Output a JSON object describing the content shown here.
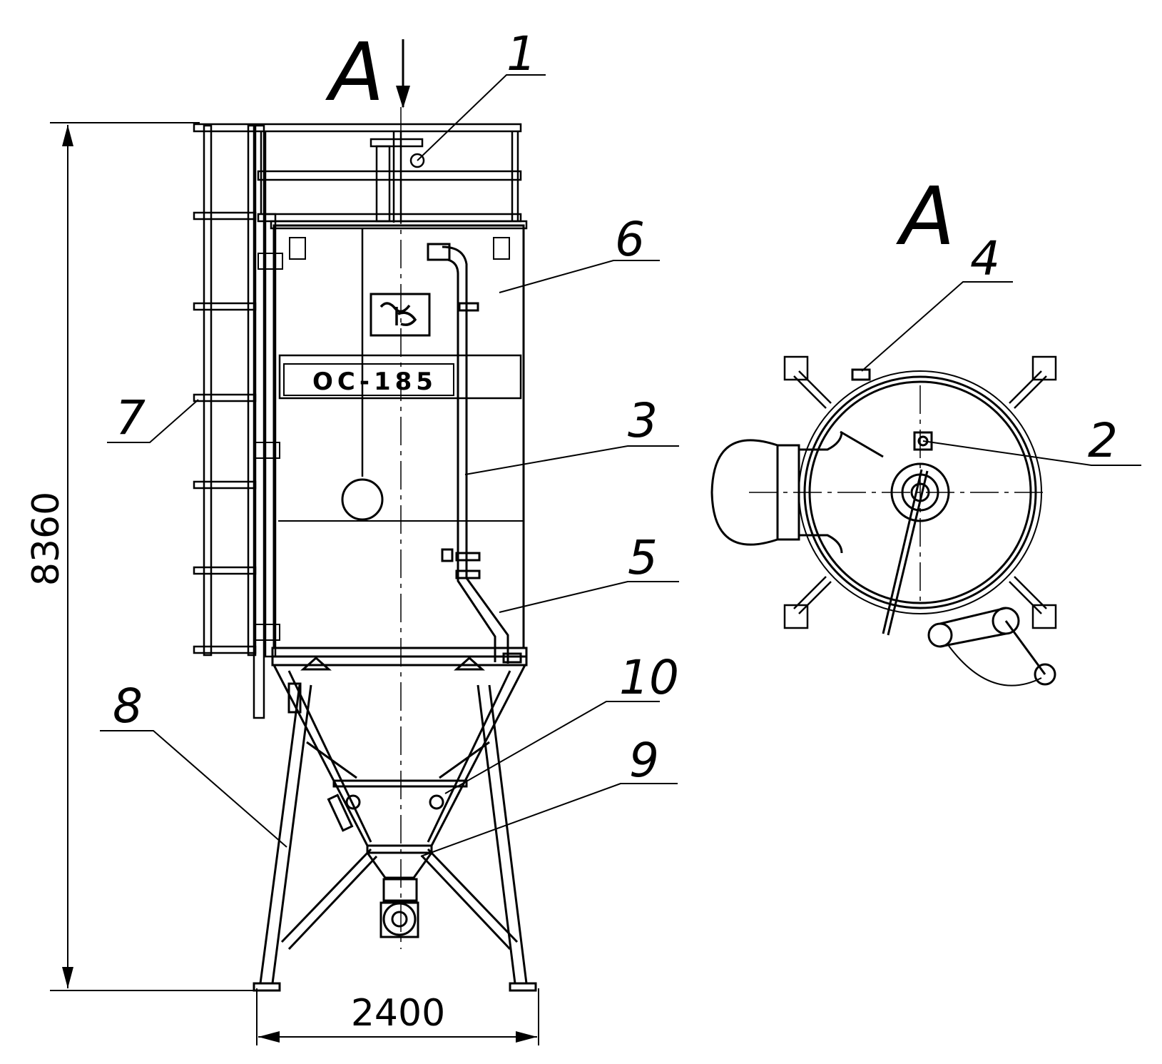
{
  "section": {
    "label_front": "А",
    "label_view": "А"
  },
  "callouts": [
    "1",
    "2",
    "3",
    "4",
    "5",
    "6",
    "7",
    "8",
    "9",
    "10"
  ],
  "dimensions": {
    "height": "8360",
    "width": "2400"
  },
  "nameplate": {
    "text": "ОС-185"
  },
  "colors": {
    "ink": "#000000",
    "paper": "#ffffff"
  }
}
